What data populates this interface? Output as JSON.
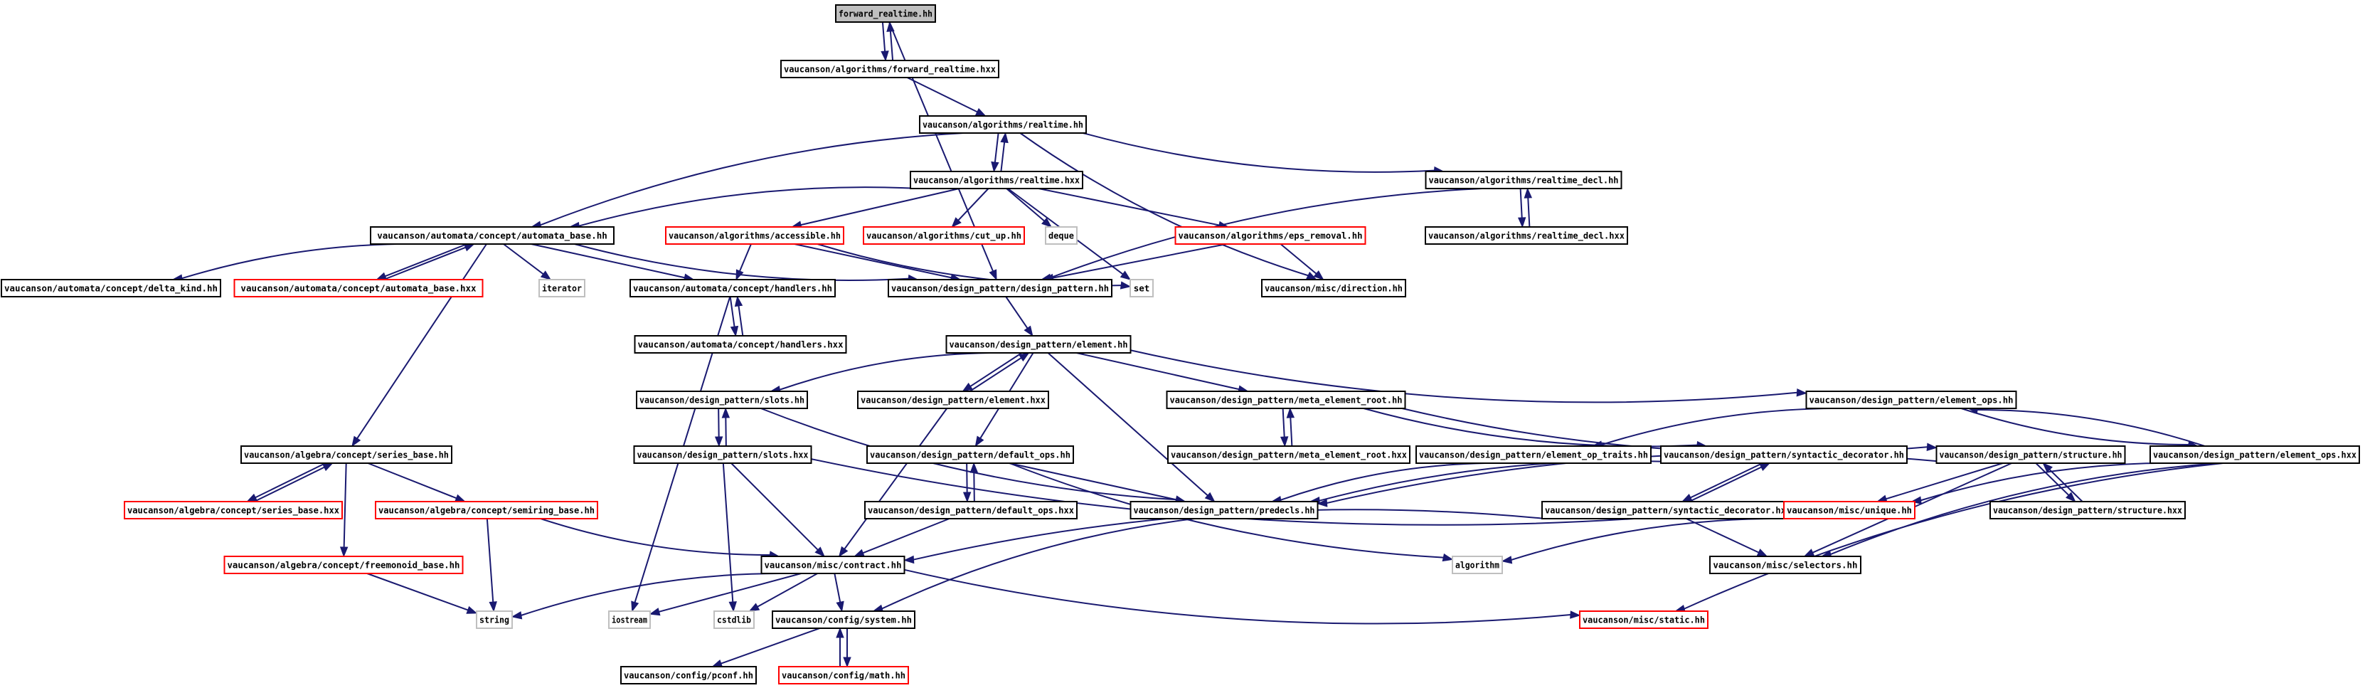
{
  "nodes": [
    {
      "id": "forward_rt_hh",
      "label": "forward_realtime.hh",
      "kind": "current"
    },
    {
      "id": "forward_rt_hxx",
      "label": "vaucanson/algorithms/forward_realtime.hxx",
      "kind": "normal"
    },
    {
      "id": "realtime_hh",
      "label": "vaucanson/algorithms/realtime.hh",
      "kind": "normal"
    },
    {
      "id": "realtime_hxx",
      "label": "vaucanson/algorithms/realtime.hxx",
      "kind": "normal"
    },
    {
      "id": "realtime_decl_hh",
      "label": "vaucanson/algorithms/realtime_decl.hh",
      "kind": "normal"
    },
    {
      "id": "realtime_decl_hxx",
      "label": "vaucanson/algorithms/realtime_decl.hxx",
      "kind": "normal"
    },
    {
      "id": "automata_base_hh",
      "label": "vaucanson/automata/concept/automata_base.hh",
      "kind": "normal"
    },
    {
      "id": "accessible_hh",
      "label": "vaucanson/algorithms/accessible.hh",
      "kind": "missing"
    },
    {
      "id": "cut_up_hh",
      "label": "vaucanson/algorithms/cut_up.hh",
      "kind": "missing"
    },
    {
      "id": "deque",
      "label": "deque",
      "kind": "external"
    },
    {
      "id": "eps_removal_hh",
      "label": "vaucanson/algorithms/eps_removal.hh",
      "kind": "missing"
    },
    {
      "id": "delta_kind_hh",
      "label": "vaucanson/automata/concept/delta_kind.hh",
      "kind": "normal"
    },
    {
      "id": "automata_base_hxx",
      "label": "vaucanson/automata/concept/automata_base.hxx",
      "kind": "missing"
    },
    {
      "id": "iterator",
      "label": "iterator",
      "kind": "external"
    },
    {
      "id": "handlers_hh",
      "label": "vaucanson/automata/concept/handlers.hh",
      "kind": "normal"
    },
    {
      "id": "design_pattern_hh",
      "label": "vaucanson/design_pattern/design_pattern.hh",
      "kind": "normal"
    },
    {
      "id": "set",
      "label": "set",
      "kind": "external"
    },
    {
      "id": "direction_hh",
      "label": "vaucanson/misc/direction.hh",
      "kind": "normal"
    },
    {
      "id": "handlers_hxx",
      "label": "vaucanson/automata/concept/handlers.hxx",
      "kind": "normal"
    },
    {
      "id": "element_hh",
      "label": "vaucanson/design_pattern/element.hh",
      "kind": "normal"
    },
    {
      "id": "slots_hh",
      "label": "vaucanson/design_pattern/slots.hh",
      "kind": "normal"
    },
    {
      "id": "element_hxx",
      "label": "vaucanson/design_pattern/element.hxx",
      "kind": "normal"
    },
    {
      "id": "meta_element_root_hh",
      "label": "vaucanson/design_pattern/meta_element_root.hh",
      "kind": "normal"
    },
    {
      "id": "element_ops_hh",
      "label": "vaucanson/design_pattern/element_ops.hh",
      "kind": "normal"
    },
    {
      "id": "series_base_hh",
      "label": "vaucanson/algebra/concept/series_base.hh",
      "kind": "normal"
    },
    {
      "id": "slots_hxx",
      "label": "vaucanson/design_pattern/slots.hxx",
      "kind": "normal"
    },
    {
      "id": "default_ops_hh",
      "label": "vaucanson/design_pattern/default_ops.hh",
      "kind": "normal"
    },
    {
      "id": "meta_element_root_hxx",
      "label": "vaucanson/design_pattern/meta_element_root.hxx",
      "kind": "normal"
    },
    {
      "id": "element_op_traits_hh",
      "label": "vaucanson/design_pattern/element_op_traits.hh",
      "kind": "normal"
    },
    {
      "id": "syntactic_decorator_hh",
      "label": "vaucanson/design_pattern/syntactic_decorator.hh",
      "kind": "normal"
    },
    {
      "id": "structure_hh",
      "label": "vaucanson/design_pattern/structure.hh",
      "kind": "normal"
    },
    {
      "id": "element_ops_hxx",
      "label": "vaucanson/design_pattern/element_ops.hxx",
      "kind": "normal"
    },
    {
      "id": "series_base_hxx",
      "label": "vaucanson/algebra/concept/series_base.hxx",
      "kind": "missing"
    },
    {
      "id": "semiring_base_hh",
      "label": "vaucanson/algebra/concept/semiring_base.hh",
      "kind": "missing"
    },
    {
      "id": "default_ops_hxx",
      "label": "vaucanson/design_pattern/default_ops.hxx",
      "kind": "normal"
    },
    {
      "id": "predecls_hh",
      "label": "vaucanson/design_pattern/predecls.hh",
      "kind": "normal"
    },
    {
      "id": "syntactic_decorator_hxx",
      "label": "vaucanson/design_pattern/syntactic_decorator.hxx",
      "kind": "normal"
    },
    {
      "id": "unique_hh",
      "label": "vaucanson/misc/unique.hh",
      "kind": "missing"
    },
    {
      "id": "structure_hxx",
      "label": "vaucanson/design_pattern/structure.hxx",
      "kind": "normal"
    },
    {
      "id": "freemonoid_base_hh",
      "label": "vaucanson/algebra/concept/freemonoid_base.hh",
      "kind": "missing"
    },
    {
      "id": "contract_hh",
      "label": "vaucanson/misc/contract.hh",
      "kind": "normal"
    },
    {
      "id": "algorithm",
      "label": "algorithm",
      "kind": "external"
    },
    {
      "id": "selectors_hh",
      "label": "vaucanson/misc/selectors.hh",
      "kind": "normal"
    },
    {
      "id": "string",
      "label": "string",
      "kind": "external"
    },
    {
      "id": "iostream",
      "label": "iostream",
      "kind": "external"
    },
    {
      "id": "cstdlib",
      "label": "cstdlib",
      "kind": "external"
    },
    {
      "id": "system_hh",
      "label": "vaucanson/config/system.hh",
      "kind": "normal"
    },
    {
      "id": "static_hh",
      "label": "vaucanson/misc/static.hh",
      "kind": "missing"
    },
    {
      "id": "pconf_hh",
      "label": "vaucanson/config/pconf.hh",
      "kind": "normal"
    },
    {
      "id": "math_hh",
      "label": "vaucanson/config/math.hh",
      "kind": "missing"
    }
  ],
  "edges": [
    [
      "forward_rt_hh",
      "forward_rt_hxx"
    ],
    [
      "forward_rt_hh",
      "design_pattern_hh"
    ],
    [
      "forward_rt_hxx",
      "forward_rt_hh"
    ],
    [
      "forward_rt_hxx",
      "realtime_hh"
    ],
    [
      "realtime_hh",
      "realtime_hxx"
    ],
    [
      "realtime_hh",
      "automata_base_hh"
    ],
    [
      "realtime_hh",
      "realtime_decl_hh"
    ],
    [
      "realtime_hh",
      "direction_hh"
    ],
    [
      "realtime_hxx",
      "realtime_hh"
    ],
    [
      "realtime_hxx",
      "automata_base_hh"
    ],
    [
      "realtime_hxx",
      "accessible_hh"
    ],
    [
      "realtime_hxx",
      "cut_up_hh"
    ],
    [
      "realtime_hxx",
      "deque"
    ],
    [
      "realtime_hxx",
      "eps_removal_hh"
    ],
    [
      "realtime_hxx",
      "set"
    ],
    [
      "realtime_decl_hh",
      "realtime_decl_hxx"
    ],
    [
      "realtime_decl_hh",
      "design_pattern_hh"
    ],
    [
      "realtime_decl_hxx",
      "realtime_decl_hh"
    ],
    [
      "automata_base_hh",
      "delta_kind_hh"
    ],
    [
      "automata_base_hh",
      "automata_base_hxx"
    ],
    [
      "automata_base_hh",
      "iterator"
    ],
    [
      "automata_base_hh",
      "handlers_hh"
    ],
    [
      "automata_base_hh",
      "design_pattern_hh"
    ],
    [
      "automata_base_hh",
      "series_base_hh"
    ],
    [
      "automata_base_hxx",
      "automata_base_hh"
    ],
    [
      "accessible_hh",
      "handlers_hh"
    ],
    [
      "accessible_hh",
      "design_pattern_hh"
    ],
    [
      "accessible_hh",
      "set"
    ],
    [
      "eps_removal_hh",
      "design_pattern_hh"
    ],
    [
      "eps_removal_hh",
      "direction_hh"
    ],
    [
      "handlers_hh",
      "handlers_hxx"
    ],
    [
      "handlers_hh",
      "iostream"
    ],
    [
      "handlers_hxx",
      "handlers_hh"
    ],
    [
      "design_pattern_hh",
      "element_hh"
    ],
    [
      "element_hh",
      "slots_hh"
    ],
    [
      "element_hh",
      "element_hxx"
    ],
    [
      "element_hh",
      "meta_element_root_hh"
    ],
    [
      "element_hh",
      "element_ops_hh"
    ],
    [
      "element_hh",
      "default_ops_hh"
    ],
    [
      "element_hh",
      "predecls_hh"
    ],
    [
      "element_hxx",
      "element_hh"
    ],
    [
      "element_hxx",
      "contract_hh"
    ],
    [
      "slots_hh",
      "slots_hxx"
    ],
    [
      "slots_hh",
      "predecls_hh"
    ],
    [
      "slots_hxx",
      "slots_hh"
    ],
    [
      "slots_hxx",
      "contract_hh"
    ],
    [
      "slots_hxx",
      "cstdlib"
    ],
    [
      "slots_hxx",
      "unique_hh"
    ],
    [
      "meta_element_root_hh",
      "meta_element_root_hxx"
    ],
    [
      "meta_element_root_hh",
      "syntactic_decorator_hh"
    ],
    [
      "meta_element_root_hh",
      "structure_hh"
    ],
    [
      "meta_element_root_hxx",
      "meta_element_root_hh"
    ],
    [
      "element_ops_hh",
      "element_op_traits_hh"
    ],
    [
      "element_ops_hh",
      "element_ops_hxx"
    ],
    [
      "element_ops_hxx",
      "element_ops_hh"
    ],
    [
      "element_ops_hxx",
      "unique_hh"
    ],
    [
      "element_ops_hxx",
      "selectors_hh"
    ],
    [
      "element_ops_hxx",
      "static_hh"
    ],
    [
      "element_op_traits_hh",
      "predecls_hh"
    ],
    [
      "syntactic_decorator_hh",
      "syntactic_decorator_hxx"
    ],
    [
      "syntactic_decorator_hh",
      "predecls_hh"
    ],
    [
      "syntactic_decorator_hxx",
      "syntactic_decorator_hh"
    ],
    [
      "syntactic_decorator_hxx",
      "contract_hh"
    ],
    [
      "syntactic_decorator_hxx",
      "selectors_hh"
    ],
    [
      "structure_hh",
      "structure_hxx"
    ],
    [
      "structure_hh",
      "predecls_hh"
    ],
    [
      "structure_hh",
      "unique_hh"
    ],
    [
      "structure_hh",
      "selectors_hh"
    ],
    [
      "structure_hxx",
      "structure_hh"
    ],
    [
      "default_ops_hh",
      "default_ops_hxx"
    ],
    [
      "default_ops_hh",
      "predecls_hh"
    ],
    [
      "default_ops_hh",
      "algorithm"
    ],
    [
      "default_ops_hxx",
      "default_ops_hh"
    ],
    [
      "default_ops_hxx",
      "contract_hh"
    ],
    [
      "series_base_hh",
      "series_base_hxx"
    ],
    [
      "series_base_hh",
      "semiring_base_hh"
    ],
    [
      "series_base_hh",
      "freemonoid_base_hh"
    ],
    [
      "series_base_hxx",
      "series_base_hh"
    ],
    [
      "semiring_base_hh",
      "contract_hh"
    ],
    [
      "semiring_base_hh",
      "string"
    ],
    [
      "freemonoid_base_hh",
      "string"
    ],
    [
      "predecls_hh",
      "system_hh"
    ],
    [
      "unique_hh",
      "algorithm"
    ],
    [
      "contract_hh",
      "string"
    ],
    [
      "contract_hh",
      "iostream"
    ],
    [
      "contract_hh",
      "cstdlib"
    ],
    [
      "contract_hh",
      "system_hh"
    ],
    [
      "contract_hh",
      "static_hh"
    ],
    [
      "system_hh",
      "pconf_hh"
    ],
    [
      "system_hh",
      "math_hh"
    ],
    [
      "math_hh",
      "system_hh"
    ]
  ],
  "colors": {
    "edge": "#191970",
    "node_border": "#000000",
    "missing_border": "#ff0000",
    "external_border": "#bfbfbf",
    "current_fill": "#bfbfbf"
  }
}
